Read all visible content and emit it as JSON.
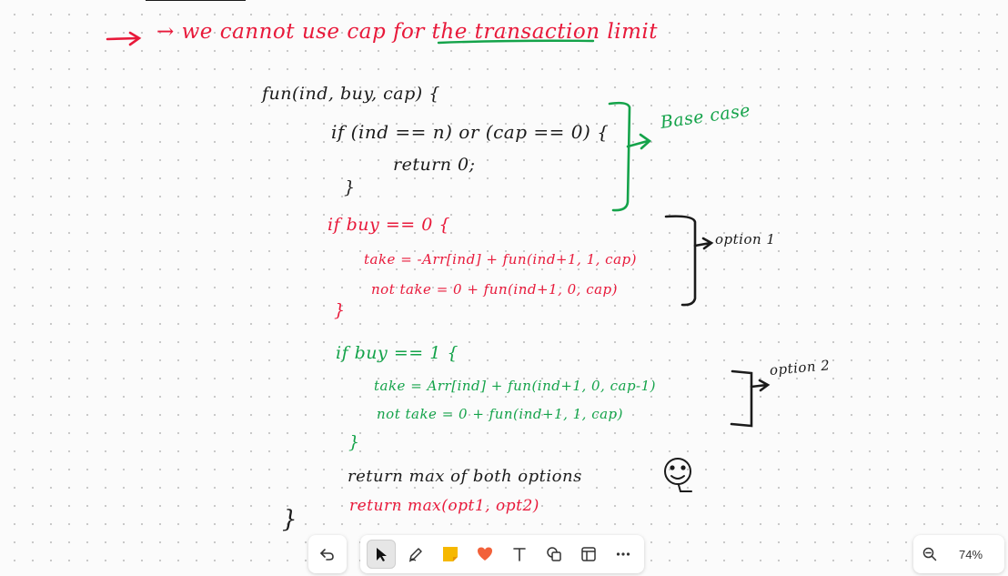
{
  "note": {
    "line_heading": "→ we cannot use cap for the transaction limit",
    "line_fun": "fun(ind, buy, cap) {",
    "line_if_base": "if (ind == n) or (cap == 0) {",
    "line_return0": "return 0;",
    "line_close1": "}",
    "label_base": "Base case",
    "line_if_buy0": "if buy == 0 {",
    "line_take1": "take = -Arr[ind] + fun(ind+1, 1, cap)",
    "line_nottake1": "not take = 0 + fun(ind+1, 0, cap)",
    "line_close2": "}",
    "label_option1": "option 1",
    "line_if_buy1": "if buy == 1 {",
    "line_take2": "take = Arr[ind] + fun(ind+1, 0, cap-1)",
    "line_nottake2": "not take = 0 + fun(ind+1, 1, cap)",
    "line_close3": "}",
    "label_option2": "option 2",
    "line_return_max": "return max of both options",
    "line_return_code": "return max(opt1, opt2)",
    "line_close_fn": "}"
  },
  "colors": {
    "red": "#e8193a",
    "green": "#14a34a",
    "black": "#1b1b1b"
  },
  "toolbar": {
    "icons": [
      "undo-icon",
      "select-arrow-icon",
      "pen-icon",
      "sticky-note-icon",
      "reaction-heart-icon",
      "text-icon",
      "shapes-icon",
      "frame-icon",
      "more-icon"
    ]
  },
  "zoom": {
    "level": "74%"
  }
}
